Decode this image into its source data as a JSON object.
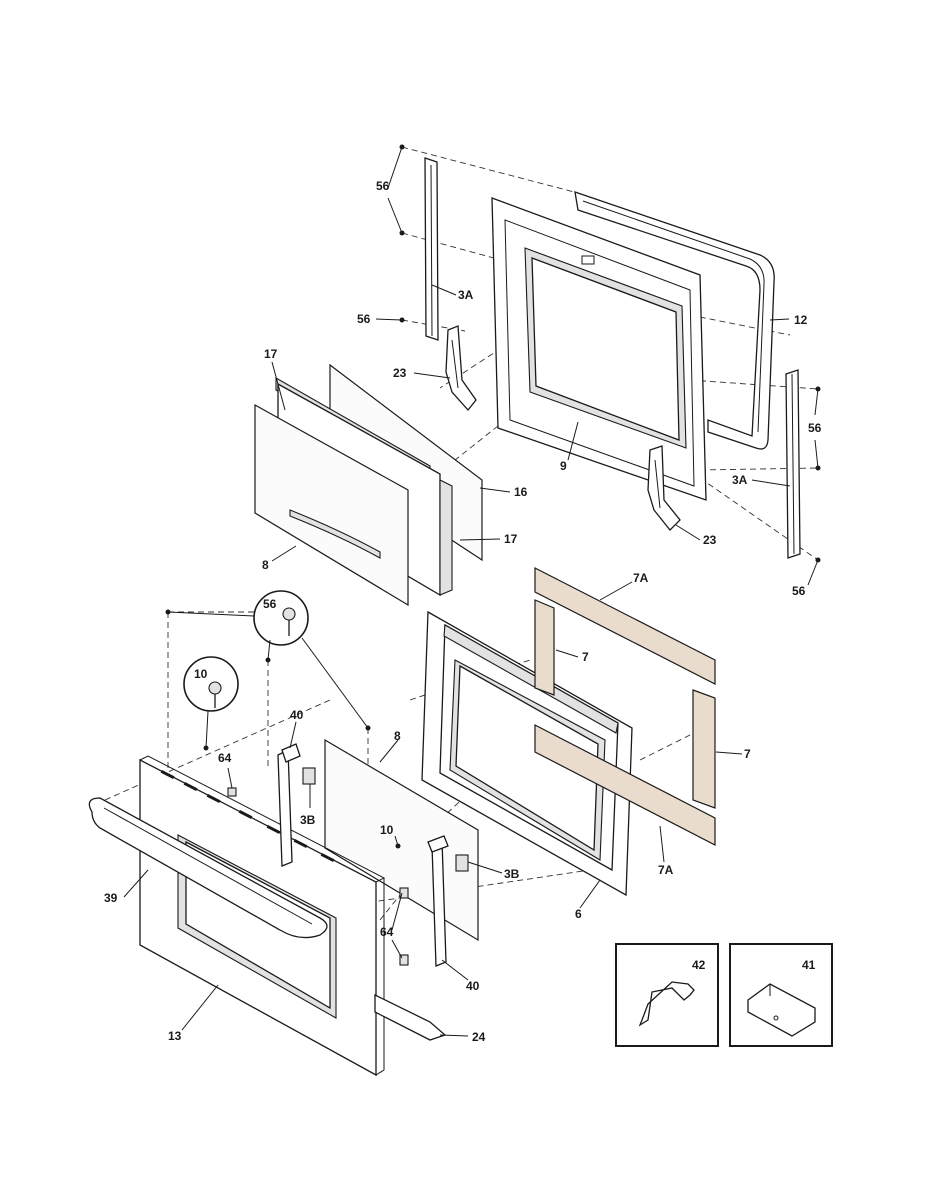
{
  "labels": {
    "l_56_a": "56",
    "l_3A_a": "3A",
    "l_56_b": "56",
    "l_12": "12",
    "l_23_a": "23",
    "l_17_a": "17",
    "l_56_c": "56",
    "l_3A_b": "3A",
    "l_9": "9",
    "l_16": "16",
    "l_17_b": "17",
    "l_23_b": "23",
    "l_8_a": "8",
    "l_56_d": "56",
    "l_7A_a": "7A",
    "l_56_e": "56",
    "l_7_a": "7",
    "l_10_a": "10",
    "l_40_a": "40",
    "l_8_b": "8",
    "l_64_a": "64",
    "l_3B_a": "3B",
    "l_7_b": "7",
    "l_10_b": "10",
    "l_3B_b": "3B",
    "l_7A_b": "7A",
    "l_39": "39",
    "l_6": "6",
    "l_64_b": "64",
    "l_40_b": "40",
    "l_42": "42",
    "l_41": "41",
    "l_13": "13",
    "l_24": "24"
  }
}
